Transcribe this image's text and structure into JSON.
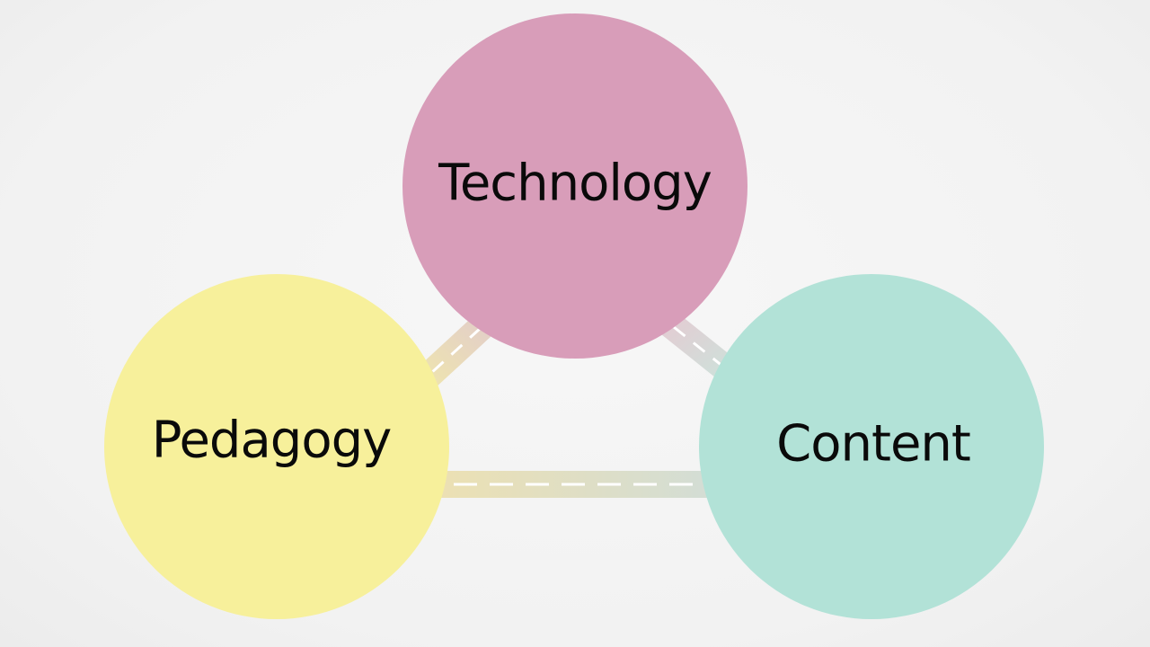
{
  "diagram": {
    "type": "three-circle-road-network",
    "nodes": [
      {
        "id": "technology",
        "label": "Technology",
        "color": "#d89db9"
      },
      {
        "id": "pedagogy",
        "label": "Pedagogy",
        "color": "#f7f09b"
      },
      {
        "id": "content",
        "label": "Content",
        "color": "#b2e2d7"
      }
    ],
    "edges": [
      {
        "from": "technology",
        "to": "pedagogy",
        "style": "road"
      },
      {
        "from": "technology",
        "to": "content",
        "style": "road"
      },
      {
        "from": "pedagogy",
        "to": "content",
        "style": "road"
      }
    ],
    "colors": {
      "background": "#f4f4f4",
      "road": "#dcd6c4",
      "road_dash": "#ffffff",
      "text": "#0a0a0a"
    }
  }
}
